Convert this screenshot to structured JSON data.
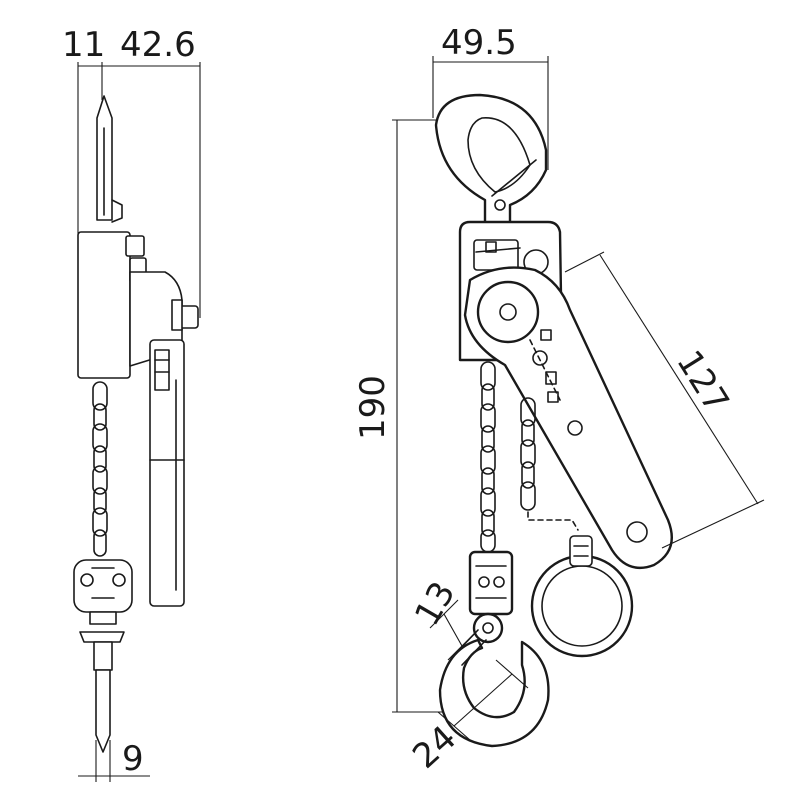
{
  "dimensions": {
    "side_view": {
      "body_depth": "11",
      "lever_depth": "42.6",
      "hook_thickness": "9"
    },
    "front_view": {
      "width": "49.5",
      "height": "190",
      "lever_length": "127",
      "hook_throat": "13",
      "hook_throat_depth": "24"
    }
  },
  "colors": {
    "line": "#1a1a1a",
    "background": "#ffffff"
  }
}
